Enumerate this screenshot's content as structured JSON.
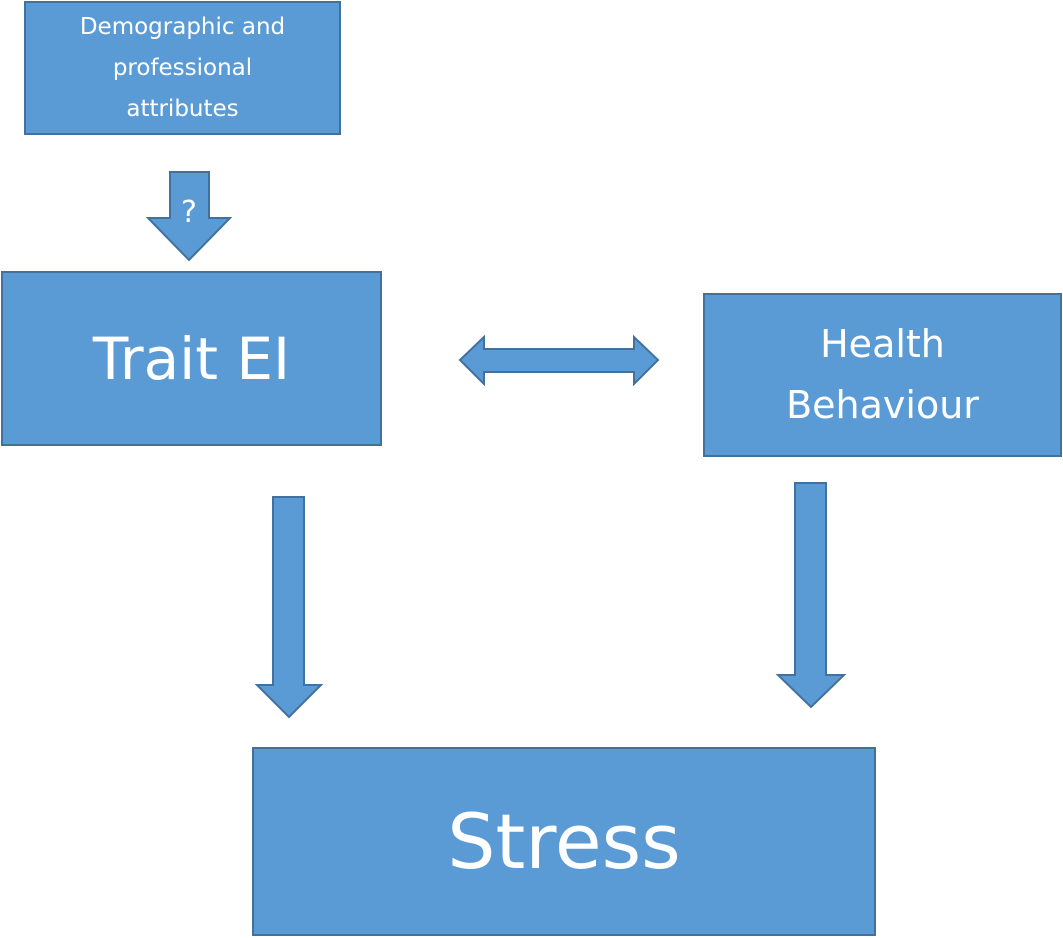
{
  "nodes": {
    "demographic": {
      "label": "Demographic and professional attributes"
    },
    "trait_ei": {
      "label": "Trait EI"
    },
    "health_behaviour": {
      "label": "Health Behaviour"
    },
    "stress": {
      "label": "Stress"
    }
  },
  "edges": {
    "demographic_to_trait": {
      "label": "?"
    }
  },
  "colors": {
    "fill": "#5b9bd5",
    "stroke": "#41719c",
    "text": "#ffffff"
  }
}
